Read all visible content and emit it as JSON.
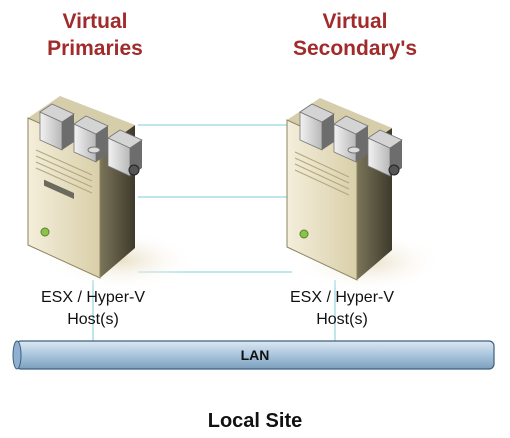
{
  "left_group": {
    "title_line1": "Virtual",
    "title_line2": "Primaries",
    "host_line1": "ESX / Hyper-V",
    "host_line2": "Host(s)"
  },
  "right_group": {
    "title_line1": "Virtual",
    "title_line2": "Secondary's",
    "host_line1": "ESX / Hyper-V",
    "host_line2": "Host(s)"
  },
  "network": {
    "label": "LAN"
  },
  "site": {
    "label": "Local Site"
  },
  "colors": {
    "title": "#a12b2b",
    "lan_fill": "#a9c5dd",
    "connector": "#a8dde6",
    "server_body": "#e8e0c4"
  }
}
